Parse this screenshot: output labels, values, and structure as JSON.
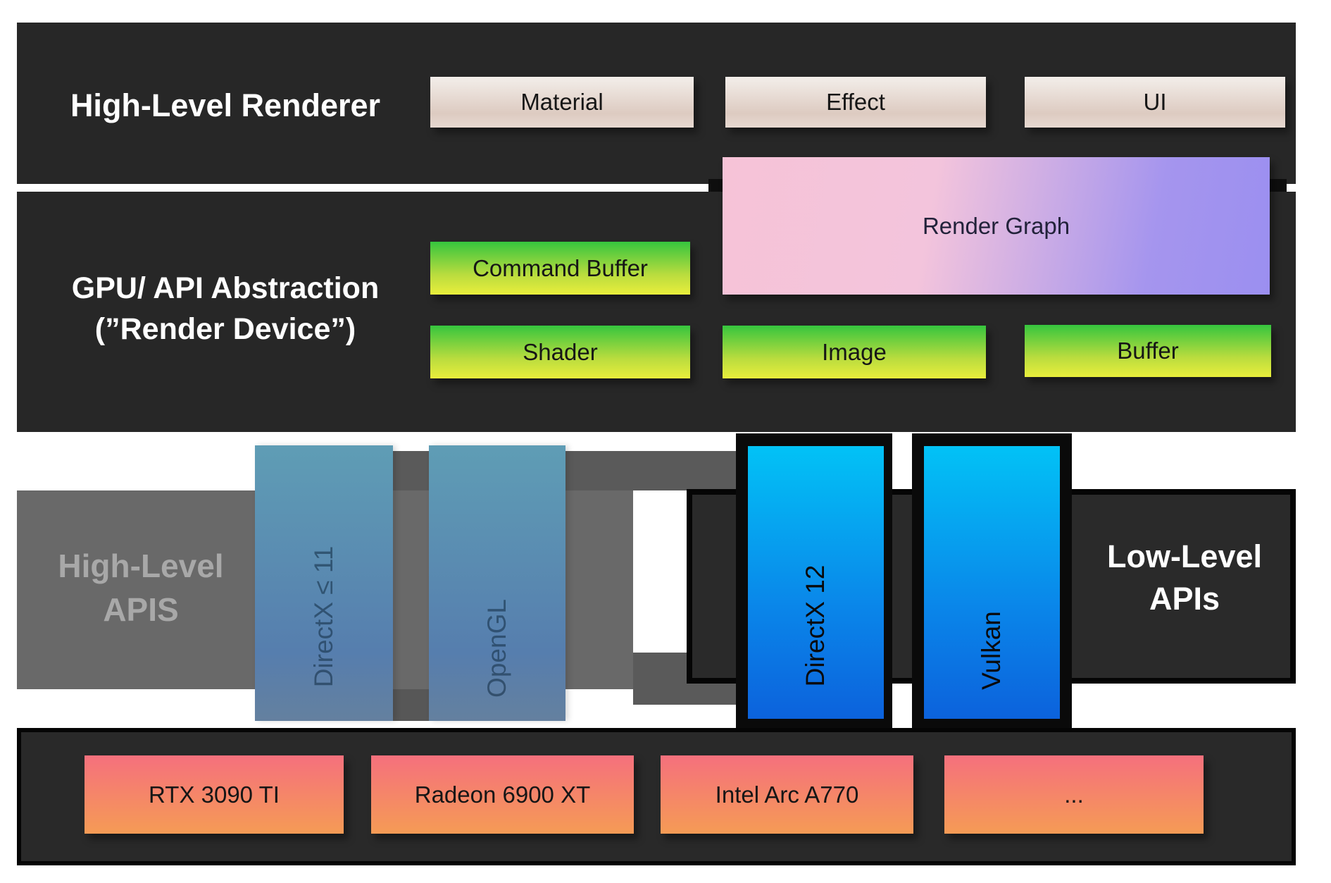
{
  "renderer": {
    "title": "High-Level Renderer",
    "boxes": [
      "Material",
      "Effect",
      "UI"
    ]
  },
  "abstraction": {
    "title_line1": "GPU/ API Abstraction",
    "title_line2": "(”Render Device”)",
    "render_graph_label": "Render Graph",
    "boxes": [
      "Command Buffer",
      "Shader",
      "Image",
      "Buffer"
    ]
  },
  "high_level_apis": {
    "title_line1": "High-Level",
    "title_line2": "APIS",
    "columns": [
      "DirectX ≤ 11",
      "OpenGL"
    ]
  },
  "low_level_apis": {
    "title_line1": "Low-Level",
    "title_line2": "APIs",
    "columns": [
      "DirectX 12",
      "Vulkan"
    ]
  },
  "hardware": {
    "boxes": [
      "RTX 3090 TI",
      "Radeon 6900 XT",
      "Intel Arc A770",
      "..."
    ]
  },
  "colors": {
    "band_dark": "#272727",
    "beige_top": "#f3eeea",
    "beige_bottom": "#ddcbc1",
    "green_top": "#36c53e",
    "green_bottom": "#e9ee3c",
    "render_graph_pink": "#f6c3d7",
    "render_graph_purple": "#9b8ff0",
    "faded_blue_top": "#5f9db5",
    "faded_blue_bottom": "#567eae",
    "bright_blue_top": "#02c2f6",
    "bright_blue_bottom": "#0c62dc",
    "orange_top": "#f5707d",
    "orange_bottom": "#f59b55",
    "gray_box": "#696969"
  }
}
